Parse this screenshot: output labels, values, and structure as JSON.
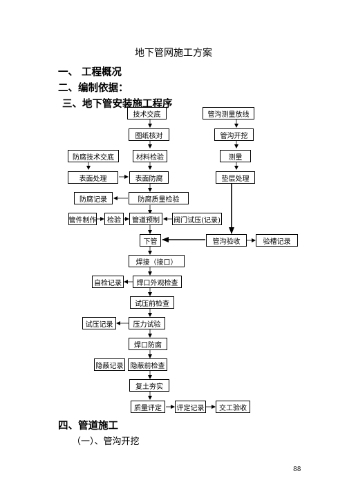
{
  "document": {
    "title": "地下管网施工方案",
    "sections": {
      "s1": "一、 工程概况",
      "s2": "二、编制依据：",
      "s3": "三、地下管安装施工程序",
      "s4": "四、管道施工"
    },
    "subsection": "（一）、管沟开挖",
    "page_number": "88"
  },
  "flowchart": {
    "jishu_jiaodi": "技术交底",
    "guangou_celiang": "管沟测量放线",
    "tuzhi_hedui": "图纸核对",
    "guangou_kaiwa": "管沟开挖",
    "fangfu_jishu_jiaodi": "防腐技术交底",
    "cailiao_jianyan": "材料检验",
    "celiang": "测量",
    "biaomian_chuli": "表面处理",
    "biaomian_fangfu": "表面防腐",
    "dianceng_chuli": "垫层处理",
    "fangfu_jilu": "防腐记录",
    "fangfu_zhiliang_jianyan": "防腐质量检验",
    "guanjian_zhizuo": "管件制作",
    "jianyan": "检验",
    "guandao_yuzhi": "管道预制",
    "famen_shiya": "阀门试压(记录)",
    "xiaguan": "下管",
    "guangou_yanshou": "管沟验收",
    "yancao_jilu": "验槽记录",
    "hanjie": "焊接（接口）",
    "zijian_jilu": "自检记录",
    "hankou_waiguan": "焊口外观检查",
    "shiya_qian": "试压前检查",
    "shiya_jilu": "试压记录",
    "yali_shiyan": "压力试验",
    "hankou_fangfu": "焊口防腐",
    "yinbi_jilu": "隐蔽记录",
    "yinbi_qian": "隐蔽前检查",
    "futu_hangshi": "复土夯实",
    "zhiliang_pingding": "质量评定",
    "pingding_jilu": "评定记录",
    "jiaogong_yanshou": "交工验收"
  }
}
